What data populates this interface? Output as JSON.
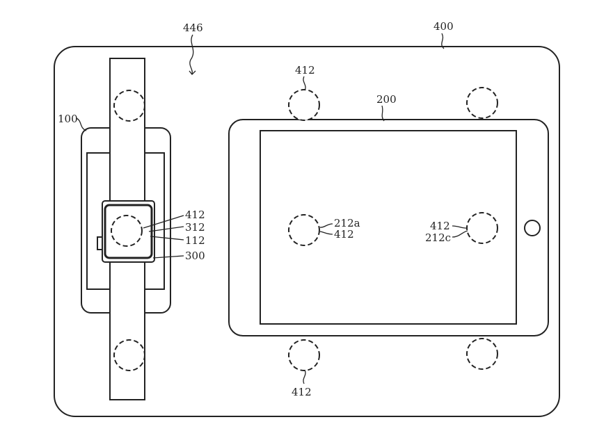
{
  "labels": {
    "charger": "400",
    "surface": "446",
    "phone": "100",
    "tablet": "200",
    "watch_coil": "412",
    "watch_312": "312",
    "watch_112": "112",
    "watch": "300",
    "tablet_212a": "212a",
    "tablet_412_left": "412",
    "tablet_412_right": "412",
    "tablet_212c": "212c",
    "top_coil": "412",
    "bottom_coil": "412"
  }
}
